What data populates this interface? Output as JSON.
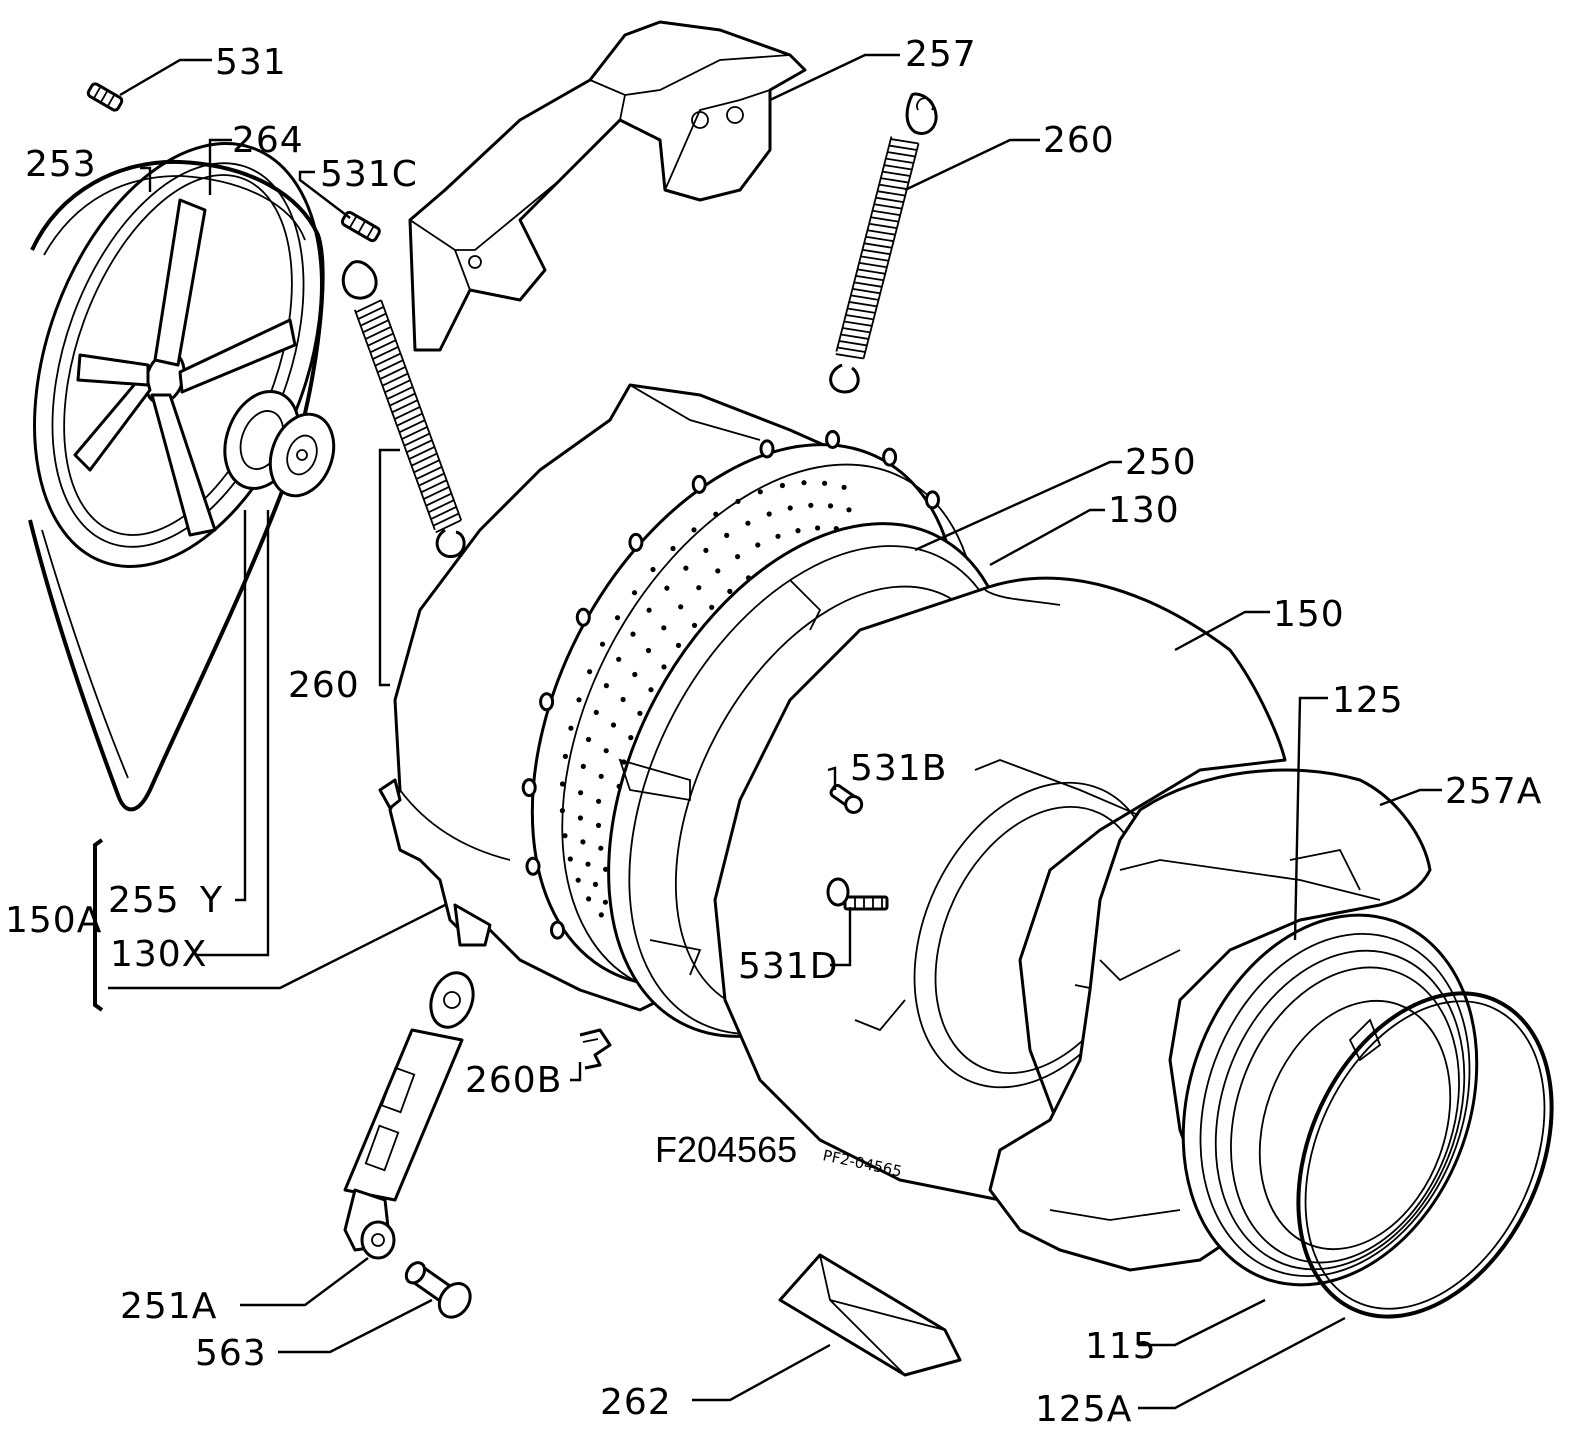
{
  "drawing_code": "F204565",
  "stamp_code": "PF2-04565",
  "labels": {
    "l531": "531",
    "l257": "257",
    "l253": "253",
    "l264": "264",
    "l531c": "531C",
    "l260a": "260",
    "l260b": "260",
    "l250": "250",
    "l130": "130",
    "l150": "150",
    "l125": "125",
    "l531b": "531B",
    "l257a": "257A",
    "l150a": "150A",
    "l255": "255",
    "ly": "Y",
    "l130x": "130X",
    "l531d": "531D",
    "l260bclip": "260B",
    "l251a": "251A",
    "l563": "563",
    "l262": "262",
    "l115": "115",
    "l125a": "125A"
  }
}
